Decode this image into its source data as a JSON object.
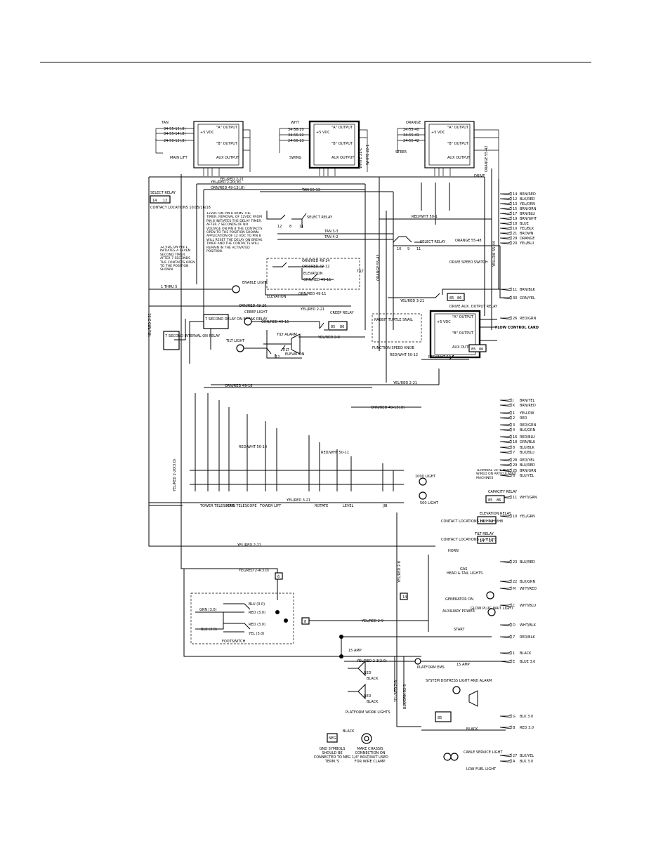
{
  "diagram": {
    "modules": [
      {
        "id": "main-lift",
        "label": "MAIN LIFT",
        "wires_in": [
          "TAN",
          "34-55-15(.8)",
          "34-55-14(.8)",
          "24-50-12(.8)"
        ]
      },
      {
        "id": "swing",
        "label": "SWING",
        "wires_in": [
          "WHT",
          "34-56-20",
          "34-56-22",
          "24-56-23"
        ]
      },
      {
        "id": "drive",
        "label": "DRIVE",
        "wires_in": [
          "ORANGE",
          "24-55-40",
          "34-55-41",
          "24-55-42"
        ],
        "aux": "STEER"
      },
      {
        "id": "flow-control",
        "label": "FLOW CONTROL CARD",
        "aux": "RABBIT TURTLE SNAIL"
      }
    ],
    "card_text": {
      "vdc": "+5 VDC",
      "output_a": "\"A\" OUTPUT",
      "output_b": "\"B\" OUTPUT",
      "output_driver": "OUTPUT DRIVER",
      "aux_output": "AUX OUTPUT"
    },
    "wire_labels": {
      "yel_red_2_20": "YEL/RED 2-20(.8)",
      "orn_red_49_13": "ORN/RED 49-13(.8)",
      "yel_red_2_21": "YEL/RED 2-21",
      "tan_55_13": "TAN 55-13",
      "tan_3_3": "TAN 3-3",
      "tan_4_2": "TAN 4-2",
      "red_wht_50_1": "RED/WHT 50-1",
      "orn_red_49_14": "ORN/RED 49-14",
      "orn_red_49_12": "ORN/RED 49-12",
      "orn_red_49_11": "ORN/RED 49-11",
      "orn_red_49_20": "ORN/RED 49-20",
      "orn_red_49_15": "ORN/RED 49-15",
      "orn_red_49_18": "ORN/RED 49-18",
      "orn_red_49_13b": "ORN/RED 49-13(.8)",
      "yel_red_2_8": "YEL/RED 2-8",
      "yel_red_2_4": "YEL/RED 2-4(3.0)",
      "yel_red_2_9": "YEL/RED 2-9",
      "yel_red_2_20_3": "YEL/RED 2-20(3.0)",
      "red_wht_50_10": "RED/WHT 50-10",
      "red_wht_50_11": "RED/WHT 50-11",
      "yel_red_3_21": "YEL/RED 3-21",
      "yel_red_2_3": "YEL/RED 2-3(3.0)",
      "blk_orn_52_3": "BLK/ORN 52-3",
      "black": "BLACK",
      "drive_aux_relay": "DRIVE AUX. OUTPUT RELAY",
      "function_speed": "FUNCTION SPEED KNOB",
      "red_wht_50_12": "RED/WHT 50-12",
      "orange_55_48": "ORANGE 55-48",
      "orange_55_43": "ORANGE 55-43",
      "orange_55_42": "ORANGE 55-42",
      "yellow_55_44": "YELLOW 55-44",
      "red_wht_50_1b": "RED/WHT 50-1",
      "white_22_1": "WHITE 22-1",
      "white_21_1": "WHITE 21-1",
      "yel_red_3_21b": "YEL/RED 3-21"
    },
    "notes": {
      "select_relay": "SELECT RELAY",
      "contact_locations": "CONTACT LOCATIONS 10/15/16/18",
      "note_12vdc_pin8": "12VDC ON PIN 8 ARMS THE TIMER, REMOVAL OF 12VDC FROM PIN 8 INITIATES THE DELAY TIMER. AFTER 7 SECONDS OF NO VOLTAGE ON PIN 8 THE CONTACTS OPEN TO THE POSITION SHOWN. APPLICATION OF 12 VDC TO PIN 8 WILL RESET THE DELAY ON BREAK TIMER AND THE CONTACTS WILL REMAIN IN THE ACTIVATED POSITION.",
      "note_12vdc_pin1": "12 VDC ON PIN 1 INITIATES A SEVEN SECOND TIMER. AFTER 7 SECONDS THE CONTACTS OPEN TO THE POSITION SHOWN.",
      "enable_light": "ENABLE LIGHT",
      "creep_light": "CREEP LIGHT",
      "creep_relay": "CREEP RELAY",
      "tilt_alarm": "TILT ALARM",
      "tilt_light": "TILT LIGHT",
      "elevation": "ELEVATION",
      "tilt": "TILT",
      "one_thru_five": "1 THRU 5",
      "seven_second_break": "7 SECOND DELAY ON BREAK RELAY",
      "seven_second_interval": "7 SECOND INTERVAL ON RELAY",
      "select_relay_2": "SELECT RELAY",
      "drive_speed_switch": "DRIVE SPEED SWITCH",
      "terminal_30": "TERMINAL 30 IS NOT WIRED ON ARTICULATED MACHINES",
      "capacity_relay": "CAPACITY RELAY",
      "elevation_relay": "ELEVATION RELAY",
      "contact_locations_2": "CONTACT LOCATIONS H8/H9/H9/H8",
      "tilt_relay": "TILT RELAY",
      "contact_locations_3": "CONTACT LOCATIONS C6/H5/H7",
      "horn": "HORN",
      "gas": "GAS",
      "head_tail": "HEAD & TAIL LIGHTS",
      "generator_on": "GENERATOR ON",
      "aux_power": "AUXILIARY POWER",
      "glow_plug": "GLOW PLUG WAIT LIGHT",
      "start": "START",
      "footswitch": "FOOTSWITCH",
      "platform_work_lights": "PLATFORM WORK LIGHTS",
      "platform_ems": "PLATFORM EMS",
      "fifteen_amp": "15 AMP",
      "fifteen_amp_2": "15 AMP",
      "system_distress": "SYSTEM DISTRESS LIGHT AND ALARM",
      "cable_service": "CABLE SERVICE LIGHT",
      "low_fuel": "LOW FUEL LIGHT",
      "gnd_symbols": "GND SYMBOLS SHOULD BE CONNECTED TO NEG TERM.'S",
      "chassis_connection": "MAKE CHASSIS CONNECTION ON 1/4\" BOLT/NUT USED FOR WIRE CLAMP.",
      "neg": "NEG",
      "tower_telescope": "TOWER TELESCOPE",
      "main_telescope": "MAIN TELESCOPE",
      "tower_lift": "TOWER LIFT",
      "rotate": "ROTATE",
      "level": "LEVEL",
      "jib": "JIB",
      "light_1000": "1000 LIGHT",
      "light_500": "500 LIGHT"
    },
    "connector_rows": [
      {
        "wire": "BRN/RED",
        "pin": "14"
      },
      {
        "wire": "BLK/RED",
        "pin": "12"
      },
      {
        "wire": "YEL/ORN",
        "pin": "13"
      },
      {
        "wire": "BRN/ORN",
        "pin": "15"
      },
      {
        "wire": "BRN/BLU",
        "pin": "17"
      },
      {
        "wire": "BRN/WHT",
        "pin": "19"
      },
      {
        "wire": "BLUE",
        "pin": "18"
      },
      {
        "wire": "YEL/BLK",
        "pin": "10"
      },
      {
        "wire": "BROWN",
        "pin": "21"
      },
      {
        "wire": "ORANGE",
        "pin": "29"
      },
      {
        "wire": "YEL/BLU",
        "pin": "20"
      },
      {
        "wire": "BRN/BLK",
        "pin": "11"
      },
      {
        "wire": "GRN/YEL",
        "pin": "30"
      },
      {
        "wire": "RED/GRN",
        "pin": "26"
      },
      {
        "wire": "BRN/YEL",
        "pin": "J"
      },
      {
        "wire": "BRN/RED",
        "pin": "K"
      },
      {
        "wire": "YELLOW",
        "pin": "1"
      },
      {
        "wire": "RED",
        "pin": "2"
      },
      {
        "wire": "RED/GRN",
        "pin": "3"
      },
      {
        "wire": "BLK/GRN",
        "pin": "4"
      },
      {
        "wire": "RED/BLU",
        "pin": "16"
      },
      {
        "wire": "GRN/BLU",
        "pin": "18"
      },
      {
        "wire": "BLU/BLK",
        "pin": "8"
      },
      {
        "wire": "BLK/BLU",
        "pin": "7"
      },
      {
        "wire": "RED/YEL",
        "pin": "28"
      },
      {
        "wire": "BLU/RED",
        "pin": "29"
      },
      {
        "wire": "BRN/GRN",
        "pin": "25"
      },
      {
        "wire": "BLU/YEL",
        "pin": "6"
      },
      {
        "wire": "BLU/RED",
        "pin": "23"
      },
      {
        "wire": "BLK/GRN",
        "pin": "22"
      },
      {
        "wire": "WHT/RED",
        "pin": "M"
      },
      {
        "wire": "WHT/BLU",
        "pin": "C"
      },
      {
        "wire": "WHT/BLK",
        "pin": "D"
      },
      {
        "wire": "RED/BLK",
        "pin": "7"
      },
      {
        "wire": "BLACK",
        "pin": "1"
      },
      {
        "wire": "BLUE 3.0",
        "pin": "E"
      },
      {
        "wire": "BLK 3.0",
        "pin": "G"
      },
      {
        "wire": "RED 3.0",
        "pin": "B"
      },
      {
        "wire": "BLK/YEL",
        "pin": "27"
      },
      {
        "wire": "BLK 3.0",
        "pin": "A"
      },
      {
        "wire": "WHT/GRN",
        "pin": "11"
      },
      {
        "wire": "YEL/GRN",
        "pin": "10"
      }
    ],
    "footswitch_wires": [
      "GRN (3.0)",
      "BLU (3.0)",
      "RED (3.0)",
      "RED (3.0)",
      "BLK (3.0)",
      "YEL (3.0)"
    ],
    "colors": {
      "ink": "#000000",
      "paper": "#ffffff"
    }
  }
}
